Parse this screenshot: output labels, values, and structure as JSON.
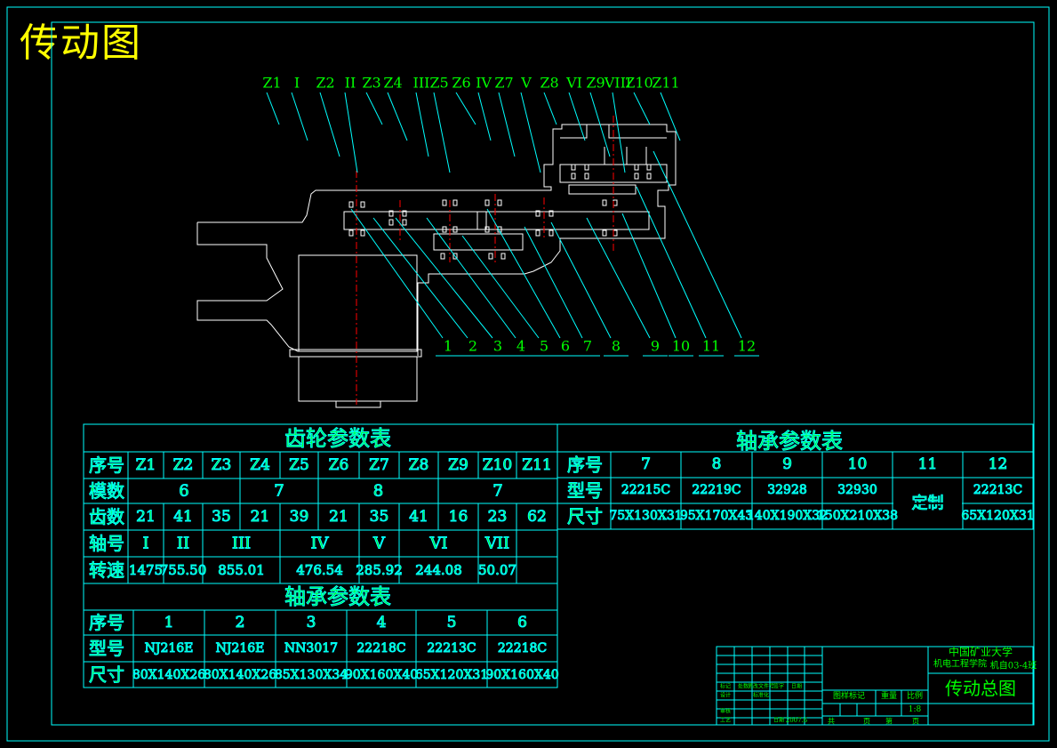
{
  "drawing_title": "传动图",
  "shaft_labels": [
    "Z1",
    "I",
    "Z2",
    "II",
    "Z3",
    "Z4",
    "III",
    "Z5",
    "Z6",
    "IV",
    "Z7",
    "V",
    "Z8",
    "VI",
    "Z9",
    "VIII",
    "Z10",
    "Z11"
  ],
  "part_numbers": [
    "1",
    "2",
    "3",
    "4",
    "5",
    "6",
    "7",
    "8",
    "9",
    "10",
    "11",
    "12"
  ],
  "gear_table": {
    "title": "齿轮参数表",
    "row_labels": [
      "序号",
      "模数",
      "齿数",
      "轴号",
      "转速"
    ],
    "gear_ids": [
      "Z1",
      "Z2",
      "Z3",
      "Z4",
      "Z5",
      "Z6",
      "Z7",
      "Z8",
      "Z9",
      "Z10",
      "Z11"
    ],
    "modules": [
      "6",
      "7",
      "8",
      "7"
    ],
    "teeth": [
      "21",
      "41",
      "35",
      "21",
      "39",
      "21",
      "35",
      "41",
      "16",
      "23",
      "62"
    ],
    "shafts": [
      "I",
      "II",
      "III",
      "IV",
      "V",
      "VI",
      "VII"
    ],
    "speeds": [
      "1475",
      "755.50",
      "855.01",
      "476.54",
      "285.92",
      "244.08",
      "50.07"
    ]
  },
  "bearing_table_left": {
    "title": "轴承参数表",
    "row_labels": [
      "序号",
      "型号",
      "尺寸"
    ],
    "ids": [
      "1",
      "2",
      "3",
      "4",
      "5",
      "6"
    ],
    "models": [
      "NJ216E",
      "NJ216E",
      "NN3017",
      "22218C",
      "22213C",
      "22218C"
    ],
    "sizes": [
      "80X140X26",
      "80X140X26",
      "85X130X34",
      "90X160X40",
      "65X120X31",
      "90X160X40"
    ]
  },
  "bearing_table_right": {
    "title": "轴承参数表",
    "row_labels": [
      "序号",
      "型号",
      "尺寸"
    ],
    "ids": [
      "7",
      "8",
      "9",
      "10",
      "11",
      "12"
    ],
    "models": [
      "22215C",
      "22219C",
      "32928",
      "32930",
      "定制",
      "22213C"
    ],
    "sizes": [
      "75X130X31",
      "95X170X43",
      "140X190X32",
      "150X210X38",
      "",
      "65X120X31"
    ]
  },
  "title_block": {
    "school": "中国矿业大学",
    "department": "机电工程学院",
    "class": "机自03-4班",
    "drawing_name": "传动总图",
    "scale": "1:8",
    "headers": [
      "图样标记",
      "重量",
      "比例"
    ],
    "sheet_labels": [
      "共",
      "页",
      "第",
      "页"
    ],
    "small_labels": [
      "标记",
      "处数",
      "更改文件号",
      "签字",
      "日期",
      "设计",
      "标准化",
      "审核",
      "工艺",
      "日期"
    ],
    "date": "2007.6"
  },
  "colors": {
    "frame": "#00ffff",
    "text": "#00ff00",
    "title": "#ffff00",
    "lines": "#ffffff",
    "leader": "#00ffff",
    "center": "#ff0000"
  }
}
